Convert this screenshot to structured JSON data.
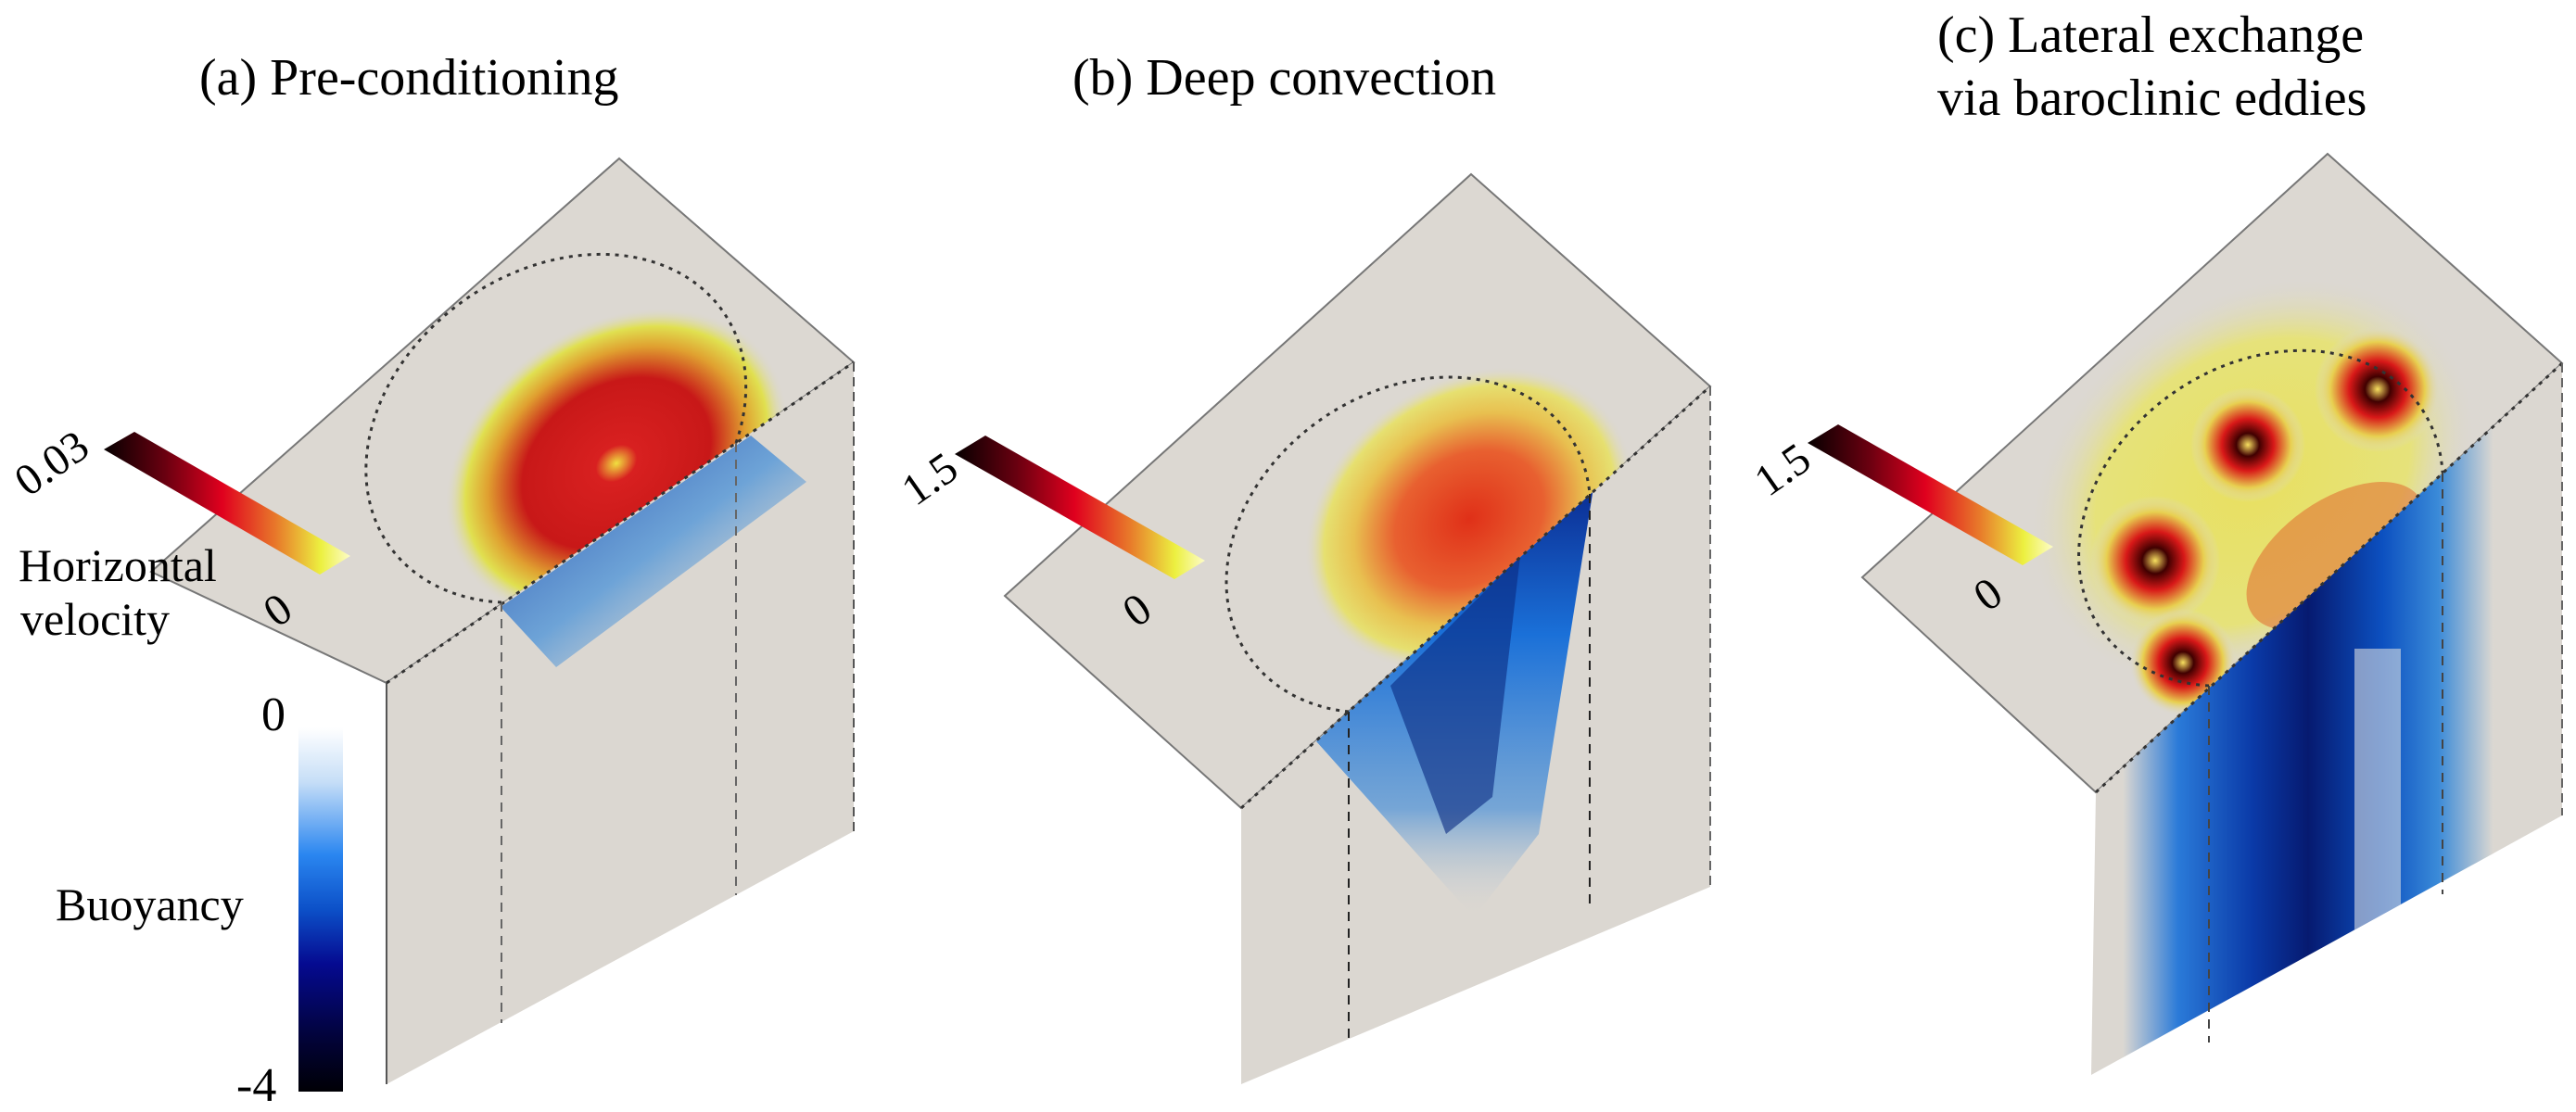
{
  "figure": {
    "panels": [
      {
        "id": "a",
        "title": "(a) Pre-conditioning",
        "colorbar": {
          "label_line1": "Horizontal",
          "label_line2": "velocity",
          "max": "0.03",
          "min": "0",
          "colormap": "hot (black-red-yellow-white)"
        }
      },
      {
        "id": "b",
        "title": "(b) Deep convection",
        "colorbar": {
          "max": "1.5",
          "min": "0",
          "colormap": "hot (black-red-yellow-white)"
        }
      },
      {
        "id": "c",
        "title_line1": "(c) Lateral exchange",
        "title_line2": "via baroclinic eddies",
        "colorbar": {
          "max": "1.5",
          "min": "0",
          "colormap": "hot (black-red-yellow-white)"
        }
      }
    ],
    "buoyancy_colorbar": {
      "label": "Buoyancy",
      "max": "0",
      "min": "-4",
      "colormap": "blues (white-blue-black)"
    },
    "colors": {
      "box_face": "#dcd8d2",
      "hot_dark": "#0a0000",
      "hot_red": "#e0001e",
      "hot_orange": "#e8742a",
      "hot_yellow": "#f0f040",
      "blue_light": "#cfe3f7",
      "blue_mid": "#1a6fe0",
      "blue_dark": "#070a40"
    }
  }
}
